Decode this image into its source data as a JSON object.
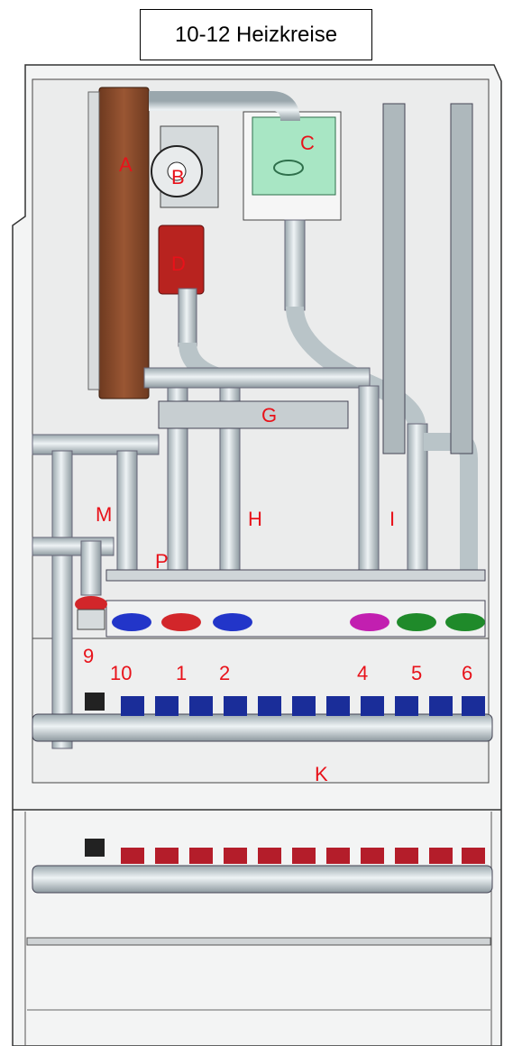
{
  "title": "10-12 Heizkreise",
  "component_labels": {
    "A": "A",
    "B": "B",
    "C": "C",
    "D": "D",
    "G": "G",
    "H": "H",
    "I": "I",
    "K": "K",
    "M": "M",
    "P": "P"
  },
  "circuit_numbers": [
    "9",
    "10",
    "1",
    "2",
    "4",
    "5",
    "6"
  ],
  "colors": {
    "label": "#e8121a",
    "heat_exchanger": "#8b4a2b",
    "pump_box": "#a8e6c4",
    "red_component": "#b8231f",
    "valve_red": "#d2262a",
    "valve_blue": "#2235c9",
    "valve_magenta": "#c21fb0",
    "valve_green": "#1f8a2a",
    "manifold_cap_blue": "#1a2d99",
    "manifold_cap_red": "#b41d2a"
  }
}
